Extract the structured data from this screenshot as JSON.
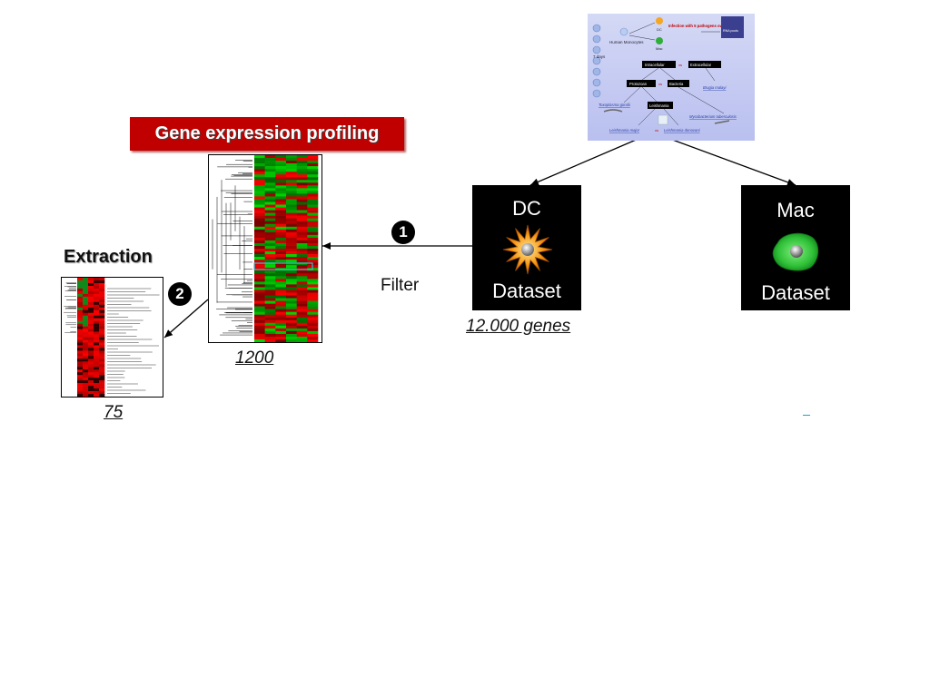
{
  "titles": {
    "profiling": "Gene expression profiling",
    "extraction": "Extraction"
  },
  "datasets": {
    "dc": {
      "name": "DC",
      "label": "Dataset",
      "icon": "spiky-star-cell-icon"
    },
    "mac": {
      "name": "Mac",
      "label": "Dataset",
      "icon": "green-blob-cell-icon"
    }
  },
  "captions": {
    "genes": "12.000 genes",
    "large_count": "1200",
    "small_count": "75",
    "filter": "Filter"
  },
  "steps": {
    "one": "1",
    "two": "2"
  },
  "schematic": {
    "human_monocytes": "Human Monocytes",
    "dc": "DC",
    "mac": "Mac",
    "infection": "Infection with 5 pathogens overnight",
    "rna_pools": "RNA pools",
    "days": "7 days",
    "intracellular": "Intracellular",
    "extracellular": "Extracellular",
    "vs": "vs",
    "protozoan": "Protozoan",
    "bacteria": "Bacteria",
    "brugia": "Brugia malayi",
    "toxoplasma": "Toxoplasma gondii",
    "leishmania": "Leishmania",
    "mycobacterium": "Mycobacterium tuberculosis",
    "l_major": "Leishmania major",
    "l_donovani": "Leishmania donovani"
  },
  "colors": {
    "banner": "#c00000",
    "heat_red": "#e01010",
    "heat_green": "#10a020",
    "box_bg": "#000000",
    "schematic_bg": "#c8cdf3"
  }
}
